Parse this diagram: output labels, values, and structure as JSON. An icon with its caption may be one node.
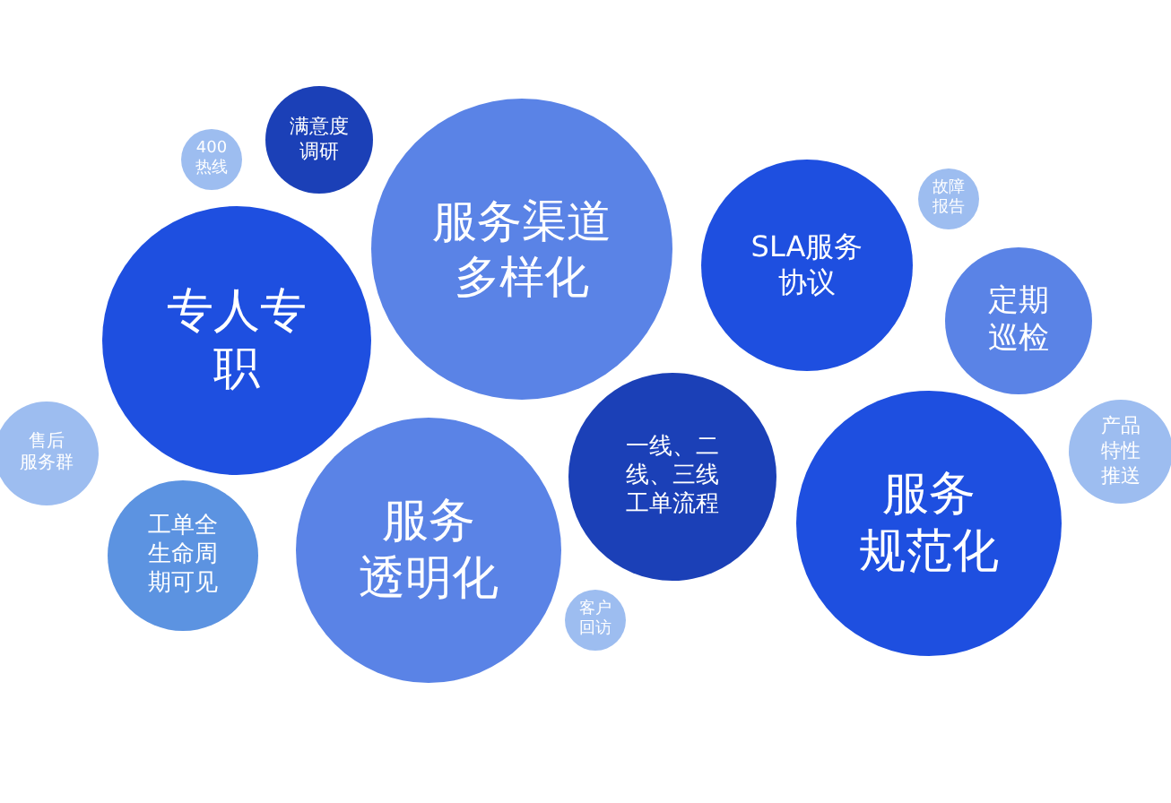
{
  "diagram": {
    "nodes": [
      {
        "text": [
          "满意度调研"
        ]
      },
      {
        "text": [
          "400热线"
        ]
      },
      {
        "text": [
          "服务渠道多样化"
        ]
      },
      {
        "text": [
          "故障报告"
        ]
      },
      {
        "text": [
          "SLA服务协议"
        ]
      },
      {
        "text": [
          "专人专职"
        ]
      },
      {
        "text": [
          "定期巡检"
        ]
      },
      {
        "text": [
          "售后服务群"
        ]
      },
      {
        "text": [
          "产品特性推送"
        ]
      },
      {
        "text": [
          "一线、二线、三线工单流程"
        ]
      },
      {
        "text": [
          "服务规范化"
        ]
      },
      {
        "text": [
          "工单全生命周期可见"
        ]
      },
      {
        "text": [
          "服务透明化"
        ]
      },
      {
        "text": [
          "客户回访"
        ]
      }
    ]
  }
}
